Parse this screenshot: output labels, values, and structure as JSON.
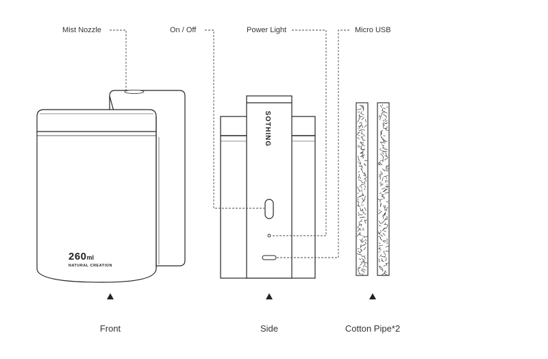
{
  "callouts": {
    "mist_nozzle": "Mist Nozzle",
    "on_off": "On / Off",
    "power_light": "Power Light",
    "micro_usb": "Micro USB"
  },
  "captions": {
    "front": "Front",
    "side": "Side",
    "cotton_pipe": "Cotton Pipe*2"
  },
  "device": {
    "capacity": "260ml",
    "capacity_number": "260",
    "capacity_unit": "ml",
    "tagline": "NATURAL CREATION",
    "brand_vertical": "SOTHING"
  },
  "colors": {
    "line": "#222222",
    "leader": "#444444",
    "background": "#ffffff"
  }
}
